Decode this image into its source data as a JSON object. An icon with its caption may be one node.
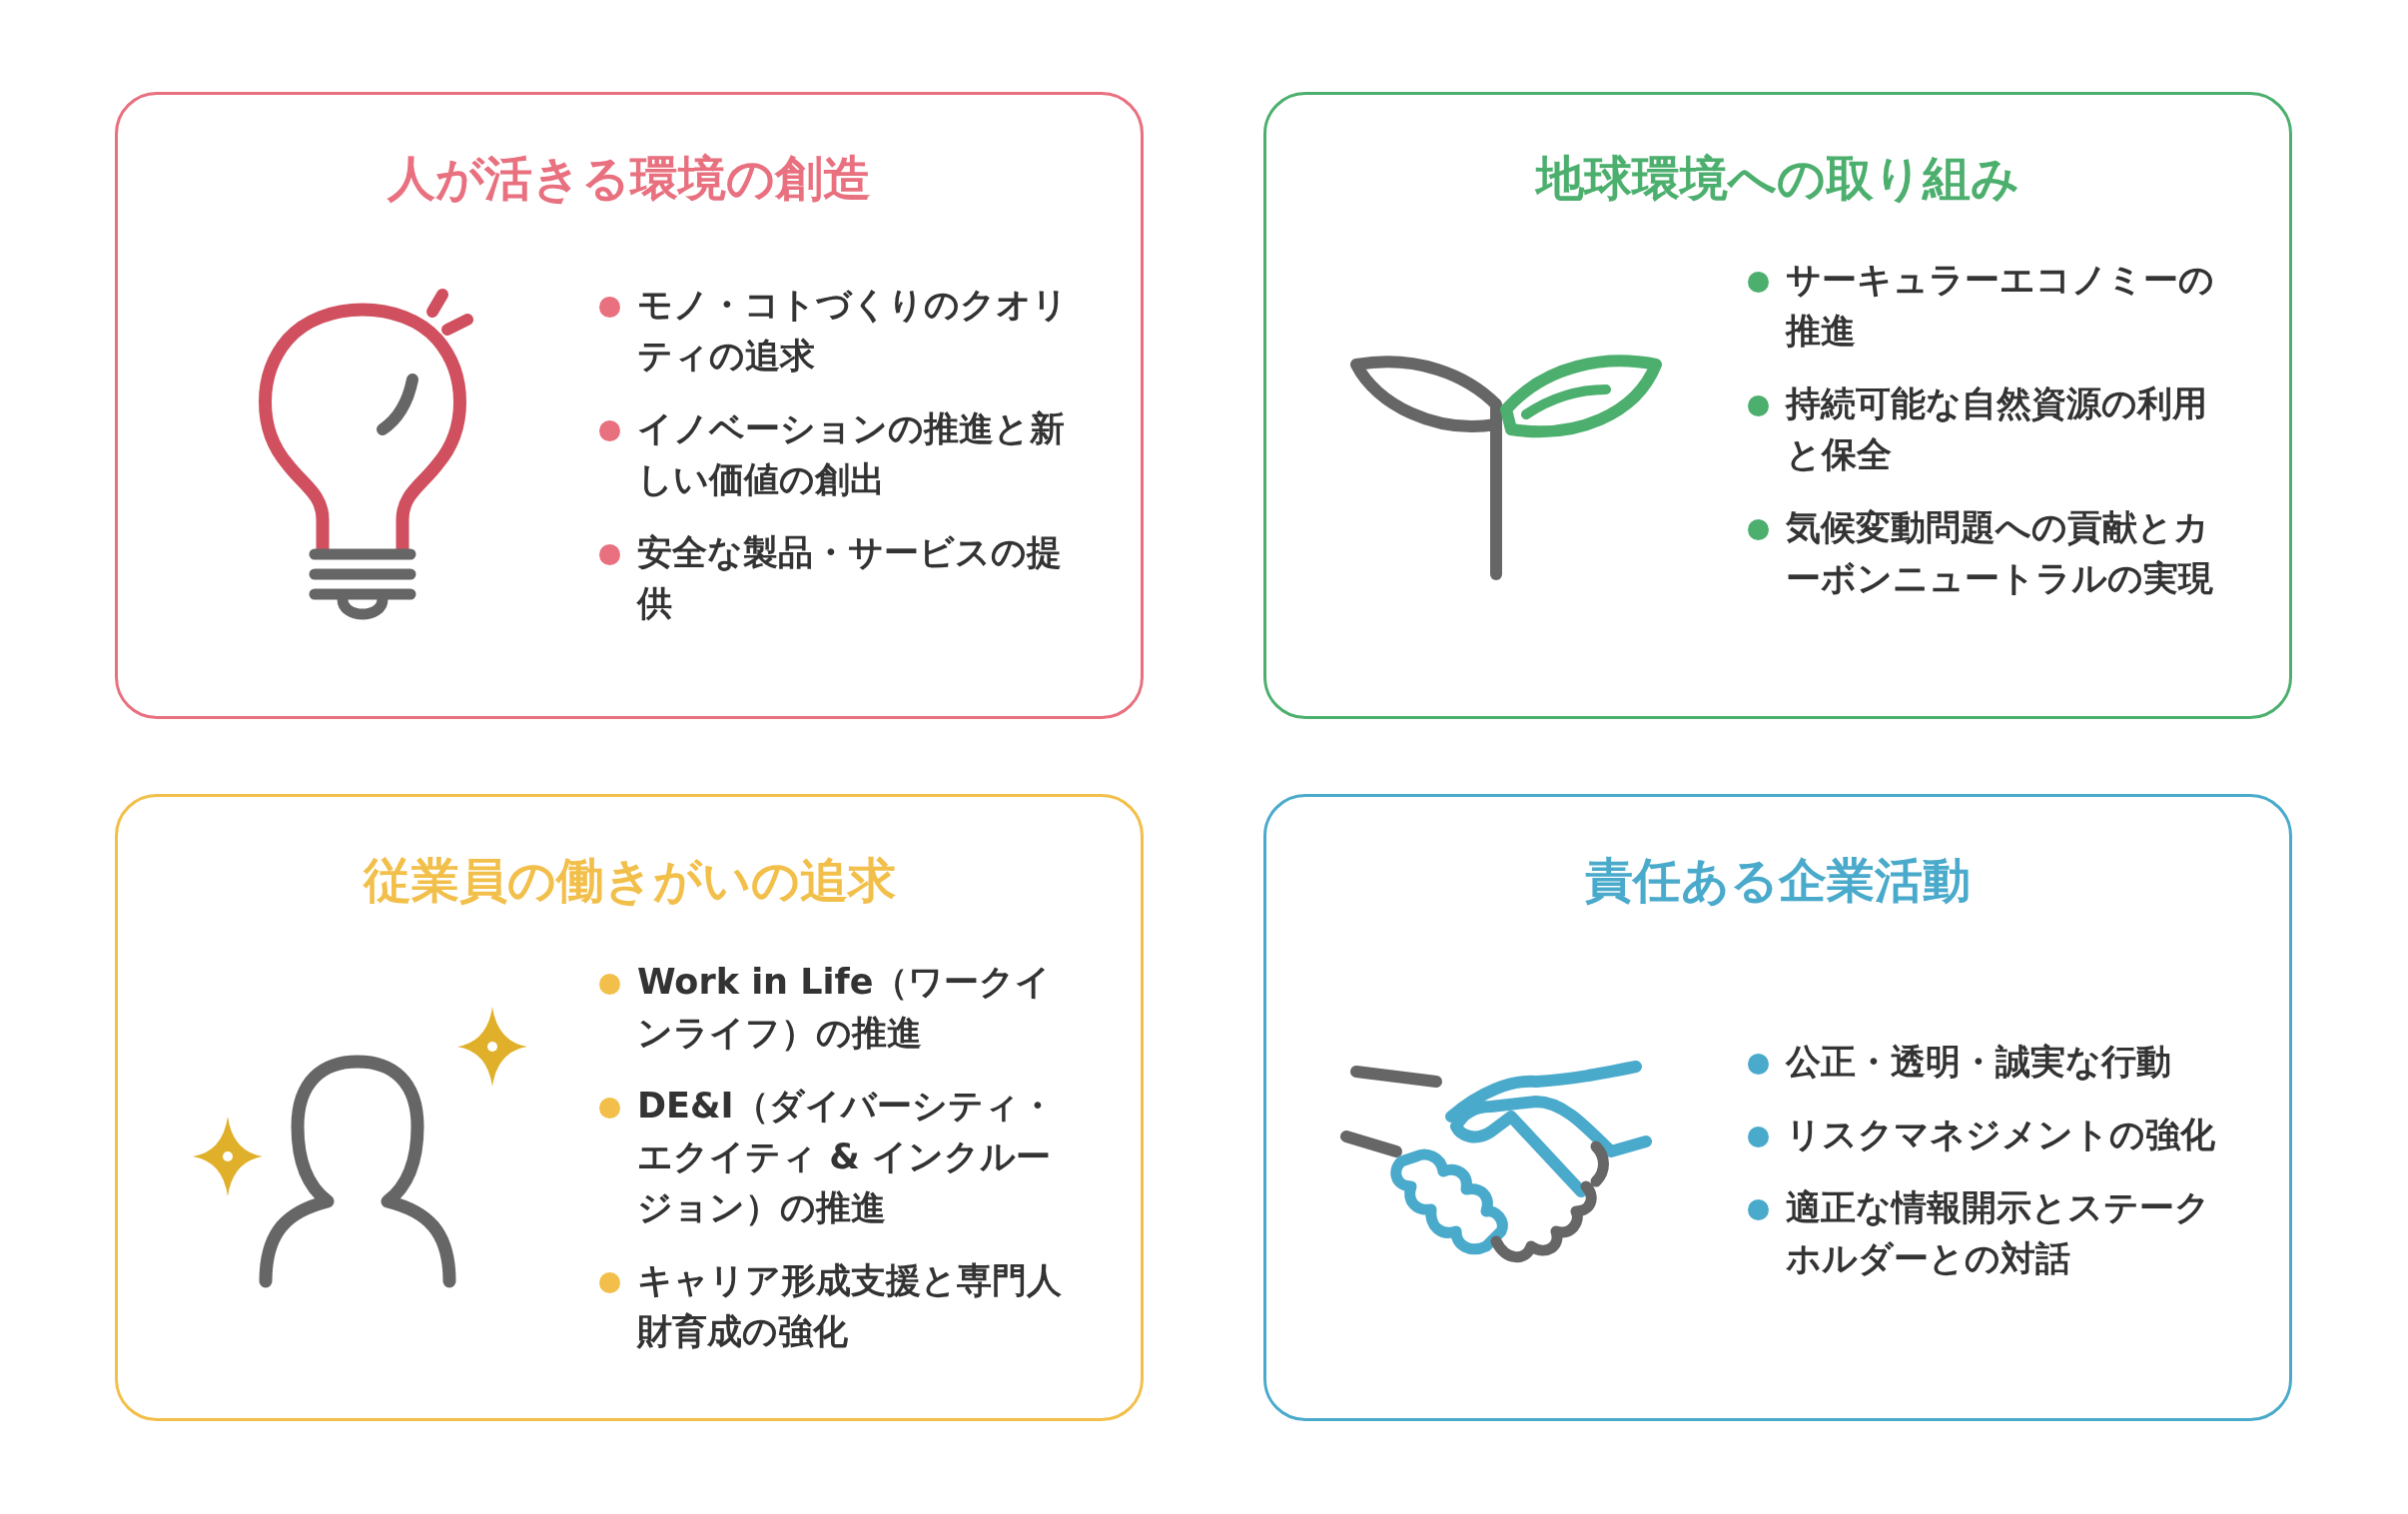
{
  "diagram": {
    "nodes": [
      {
        "text": [
          "人が活きる環境の創造",
          "モノ・コトづくりのクオリティの追求",
          "イノベーションの推進と新しい価値の創出",
          "安全な製品・サービスの提供"
        ]
      },
      {
        "text": [
          "地球環境への取り組み",
          "サーキュラーエコノミーの推進",
          "持続可能な自然資源の利用と保全",
          "気候変動問題への貢献とカーボンニュートラルの実現"
        ]
      },
      {
        "text": [
          "従業員の働きがいの追求",
          "Work in Life（ワークインライフ）の推進",
          "DE&I（ダイバーシティ・エクイティ & インクルージョン）の推進",
          "キャリア形成支援と専門人財育成の強化"
        ]
      },
      {
        "text": [
          "責任ある企業活動",
          "公正・透明・誠実な行動",
          "リスクマネジメントの強化",
          "適正な情報開示とステークホルダーとの対話"
        ]
      }
    ]
  }
}
